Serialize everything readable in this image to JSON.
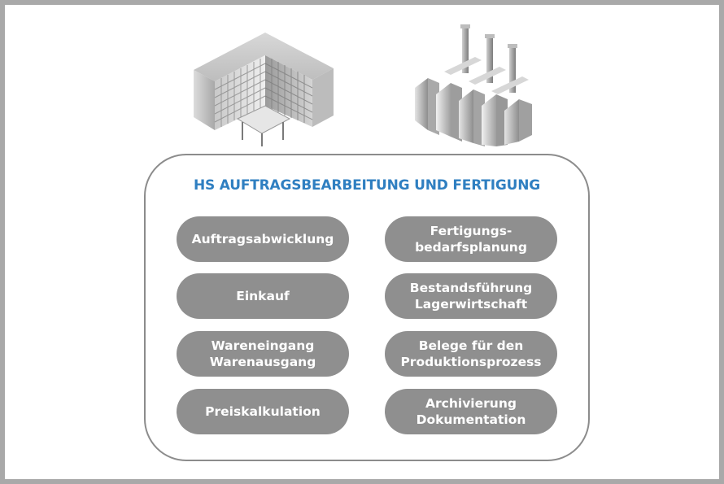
{
  "panel": {
    "title": "HS AUFTRAGSBEARBEITUNG UND FERTIGUNG"
  },
  "left_items": [
    {
      "lines": [
        "Auftragsabwicklung"
      ]
    },
    {
      "lines": [
        "Einkauf"
      ]
    },
    {
      "lines": [
        "Wareneingang",
        "Warenausgang"
      ]
    },
    {
      "lines": [
        "Preiskalkulation"
      ]
    }
  ],
  "right_items": [
    {
      "lines": [
        "Fertigungs-",
        "bedarfsplanung"
      ]
    },
    {
      "lines": [
        "Bestandsführung",
        "Lagerwirtschaft"
      ]
    },
    {
      "lines": [
        "Belege für den",
        "Produktionsprozess"
      ]
    },
    {
      "lines": [
        "Archivierung",
        "Dokumentation"
      ]
    }
  ],
  "colors": {
    "title": "#2f7fc1",
    "pill": "#8f8f8f",
    "frame": "#a9a9a9"
  },
  "icons": [
    "office-building-icon",
    "factory-icon"
  ]
}
